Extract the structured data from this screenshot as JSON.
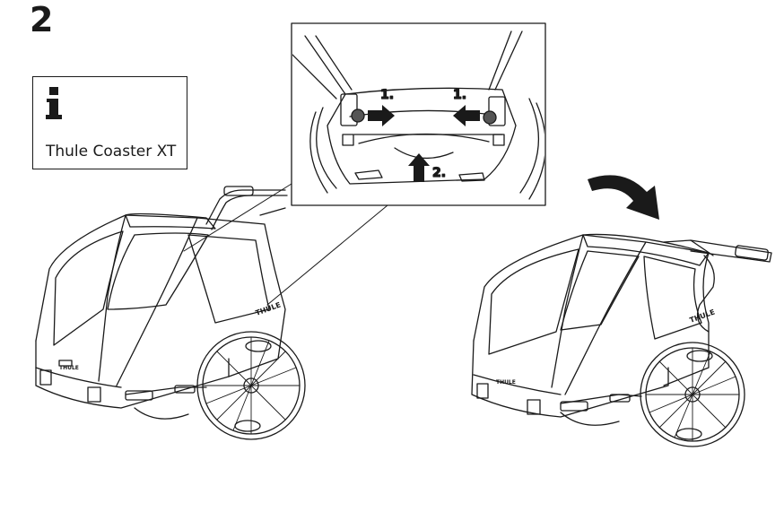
{
  "step": {
    "number": "2"
  },
  "info": {
    "icon": "info-icon",
    "product": "Thule Coaster XT"
  },
  "detail": {
    "labels": {
      "release_left": "1.",
      "release_right": "1.",
      "lift": "2."
    }
  },
  "colors": {
    "ink": "#1a1a1a",
    "background": "#ffffff"
  }
}
